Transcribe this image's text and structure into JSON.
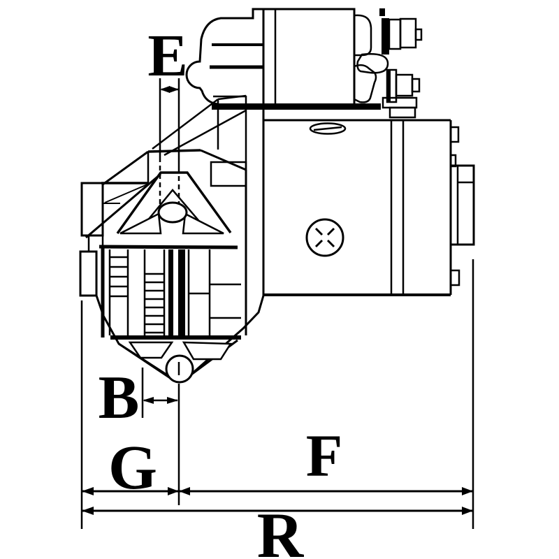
{
  "diagram": {
    "title": "starter motor technical drawing",
    "view": "side view line drawing",
    "background_color": "#ffffff",
    "line_color": "#000000",
    "dimension_labels": {
      "e": "E",
      "b": "B",
      "g": "G",
      "f": "F",
      "r": "R"
    }
  }
}
